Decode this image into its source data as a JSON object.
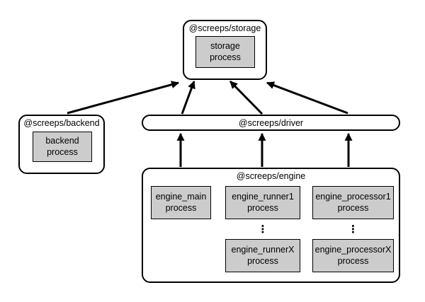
{
  "nodes": {
    "storage": {
      "title": "@screeps/storage",
      "process": "storage process"
    },
    "backend": {
      "title": "@screeps/backend",
      "process": "backend process"
    },
    "driver": {
      "title": "@screeps/driver"
    },
    "engine": {
      "title": "@screeps/engine",
      "processes": {
        "main": "engine_main process",
        "runner1": "engine_runner1 process",
        "runnerX": "engine_runnerX process",
        "processor1": "engine_processor1 process",
        "processorX": "engine_processorX process"
      },
      "ellipsis": "⋮"
    }
  },
  "edges": [
    {
      "from": "backend",
      "to": "storage"
    },
    {
      "from": "driver",
      "to": "storage"
    },
    {
      "from": "driver",
      "to": "storage"
    },
    {
      "from": "driver",
      "to": "storage"
    },
    {
      "from": "engine",
      "to": "driver"
    },
    {
      "from": "engine",
      "to": "driver"
    },
    {
      "from": "engine",
      "to": "driver"
    }
  ],
  "colors": {
    "process_fill": "#cccccc",
    "line": "#000000",
    "background": "#ffffff"
  }
}
